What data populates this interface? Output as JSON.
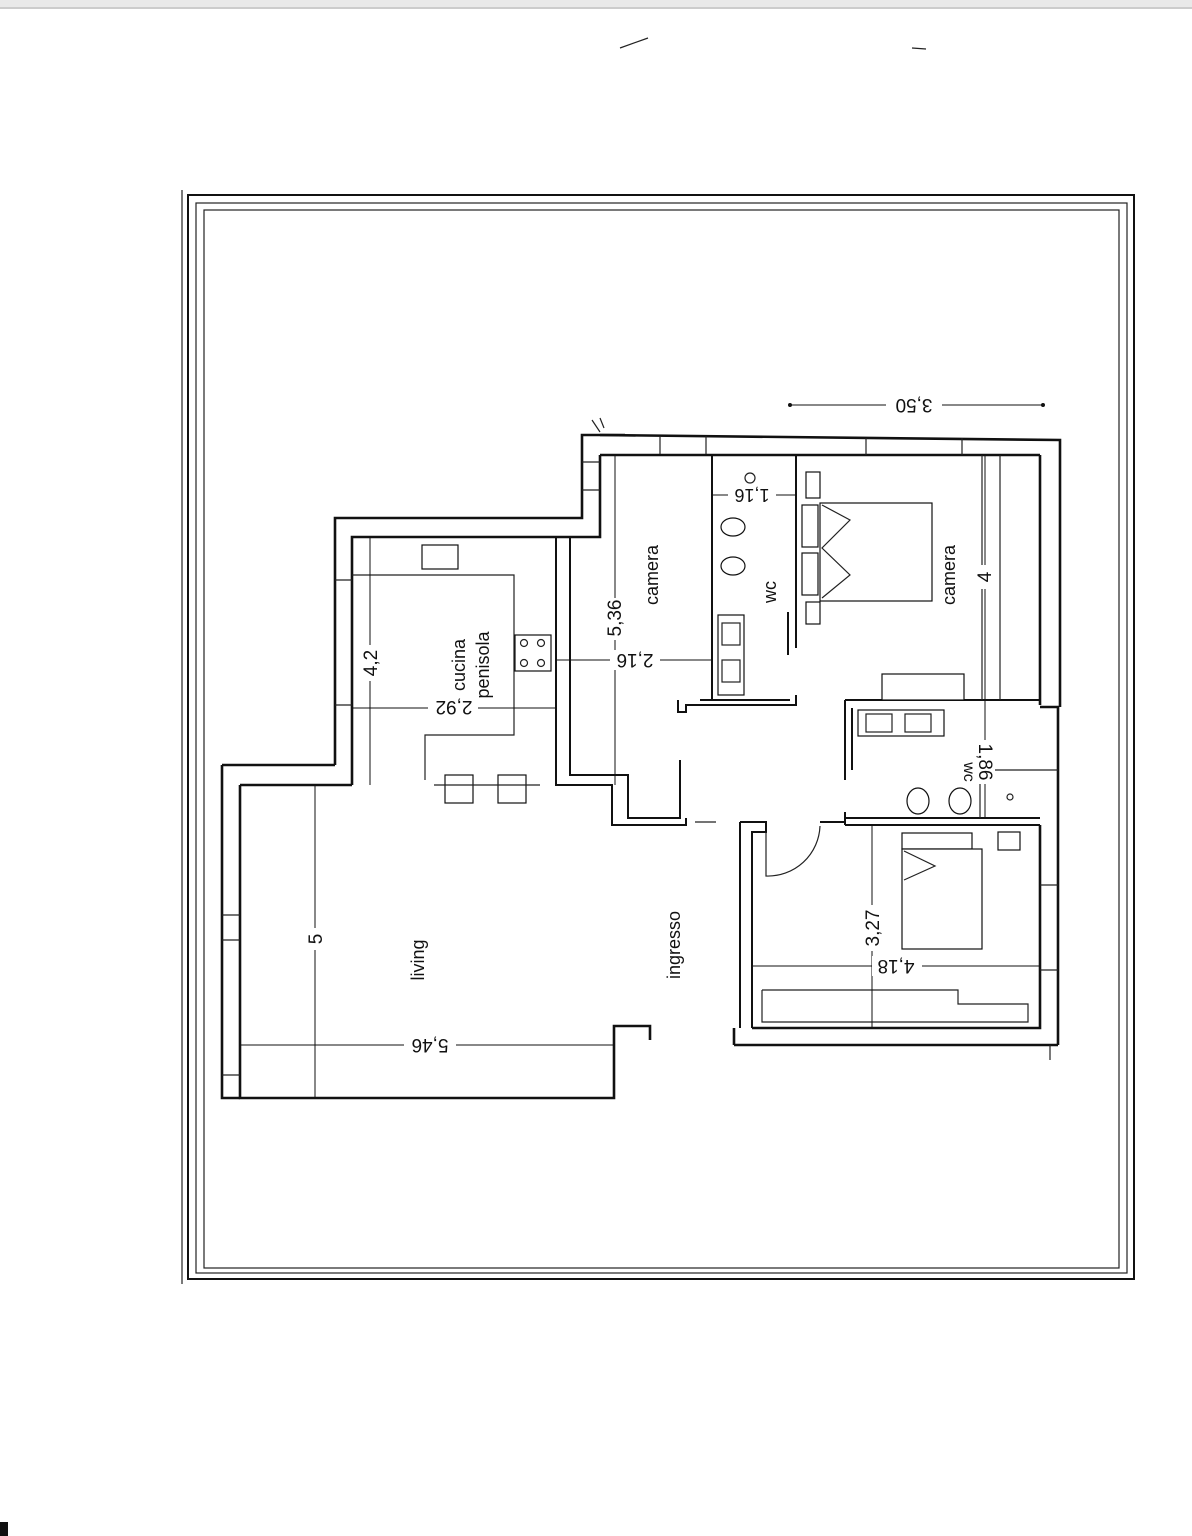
{
  "rooms": {
    "living": "living",
    "ingresso": "ingresso",
    "cucina": "cucina",
    "penisola": "penisola",
    "camera_1": "camera",
    "camera_2": "camera",
    "wc_1": "wc",
    "wc_2": "wc"
  },
  "dimensions": {
    "top": "3,50",
    "wc_width": "1,16",
    "corridor_length": "5,36",
    "corridor_width": "2,16",
    "kitchen_length": "4,2",
    "kitchen_width": "2,92",
    "camera_right": "4",
    "wc2": "1,86",
    "bedroom_depth": "3,27",
    "bedroom_width": "4,18",
    "living_depth": "5",
    "living_width": "5,46"
  },
  "colors": {
    "ink": "#111111",
    "paper": "#ffffff"
  }
}
